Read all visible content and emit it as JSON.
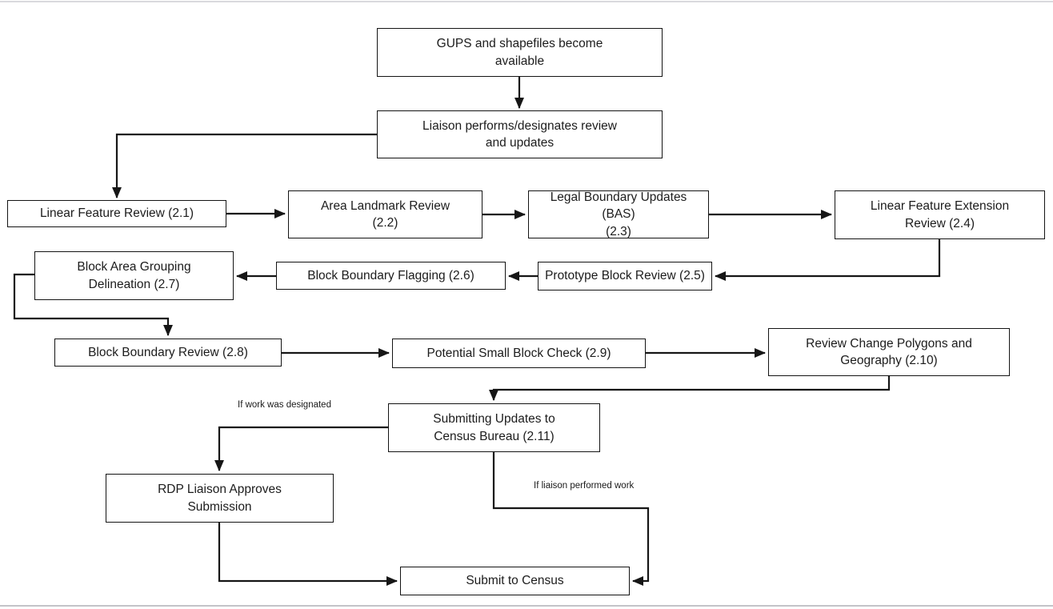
{
  "page": {
    "background_color": "#ffffff",
    "border_color": "#cfcfd4"
  },
  "diagram": {
    "node_fill": "#ffffff",
    "node_border_color": "#141414",
    "text_color": "#1c1c1c",
    "connector_color": "#161616",
    "nodes": [
      {
        "id": "start",
        "label": "GUPS and shapefiles become\navailable"
      },
      {
        "id": "liaison",
        "label": "Liaison performs/designates review\nand updates"
      },
      {
        "id": "n21",
        "label": "Linear Feature Review (2.1)"
      },
      {
        "id": "n22",
        "label": "Area Landmark Review\n(2.2)"
      },
      {
        "id": "n23",
        "label": "Legal Boundary Updates (BAS)\n(2.3)"
      },
      {
        "id": "n24",
        "label": "Linear Feature Extension\nReview (2.4)"
      },
      {
        "id": "n25",
        "label": "Prototype Block Review (2.5)"
      },
      {
        "id": "n26",
        "label": "Block Boundary Flagging (2.6)"
      },
      {
        "id": "n27",
        "label": "Block Area Grouping\nDelineation (2.7)"
      },
      {
        "id": "n28",
        "label": "Block Boundary Review (2.8)"
      },
      {
        "id": "n29",
        "label": "Potential Small Block Check (2.9)"
      },
      {
        "id": "n210",
        "label": "Review Change Polygons and\nGeography (2.10)"
      },
      {
        "id": "n211",
        "label": "Submitting Updates to\nCensus Bureau (2.11)"
      },
      {
        "id": "rdp",
        "label": "RDP Liaison Approves\nSubmission"
      },
      {
        "id": "submit",
        "label": "Submit to Census"
      }
    ],
    "edge_labels": [
      {
        "id": "designated",
        "text": "If work was designated"
      },
      {
        "id": "performed",
        "text": "If liaison performed work"
      }
    ]
  }
}
